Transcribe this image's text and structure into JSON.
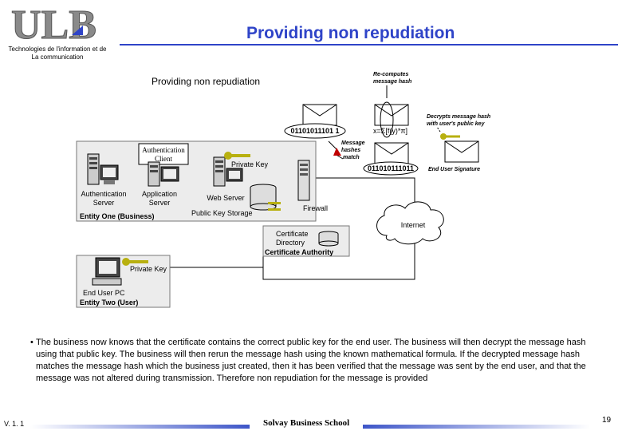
{
  "logo": {
    "text": "ULB",
    "subtitle_line1": "Technologies de l'information et de",
    "subtitle_line2": "La communication"
  },
  "title": "Providing non repudiation",
  "subtitle": "Providing non repudiation",
  "diagram": {
    "auth_client": [
      "Authentication",
      "Client"
    ],
    "private_key": "Private Key",
    "auth_server": [
      "Authentication",
      "Server"
    ],
    "app_server": [
      "Application",
      "Server"
    ],
    "web_server": "Web Server",
    "public_key_storage": "Public Key Storage",
    "firewall": "Firewall",
    "entity_one": "Entity One (Business)",
    "internet": "Internet",
    "cert_directory": [
      "Certificate",
      "Directory"
    ],
    "cert_authority": "Certificate Authority",
    "private_key_2": "Private Key",
    "end_user_pc": "End User PC",
    "entity_two": "Entity Two (User)",
    "recompute": [
      "Re-computes",
      "message hash"
    ],
    "decrypts": [
      "Decrypts message hash",
      "with user's public key"
    ],
    "hash_1": "01101011101 1",
    "formula": "x=Σ[f(y)*π]",
    "hashes_match": [
      "Message",
      "hashes",
      "match"
    ],
    "hash_2": "011010111011",
    "end_user_signature": "End User Signature"
  },
  "body": {
    "bullet": "•",
    "text": "The business now knows that the certificate contains the correct public key for the end user. The business will then decrypt the message hash using that public key. The business will then rerun the message hash using the known mathematical formula. If the decrypted message hash matches the message hash which the business just created, then it has been verified that the message was sent by the end user, and that the message was not altered during transmission. Therefore non repudiation for the message is provided"
  },
  "footer": {
    "version": "V. 1. 1",
    "school": "Solvay Business School",
    "page": "19"
  },
  "colors": {
    "accent": "#2f44c8",
    "key": "#b8b010",
    "box_fill": "#ececec"
  }
}
